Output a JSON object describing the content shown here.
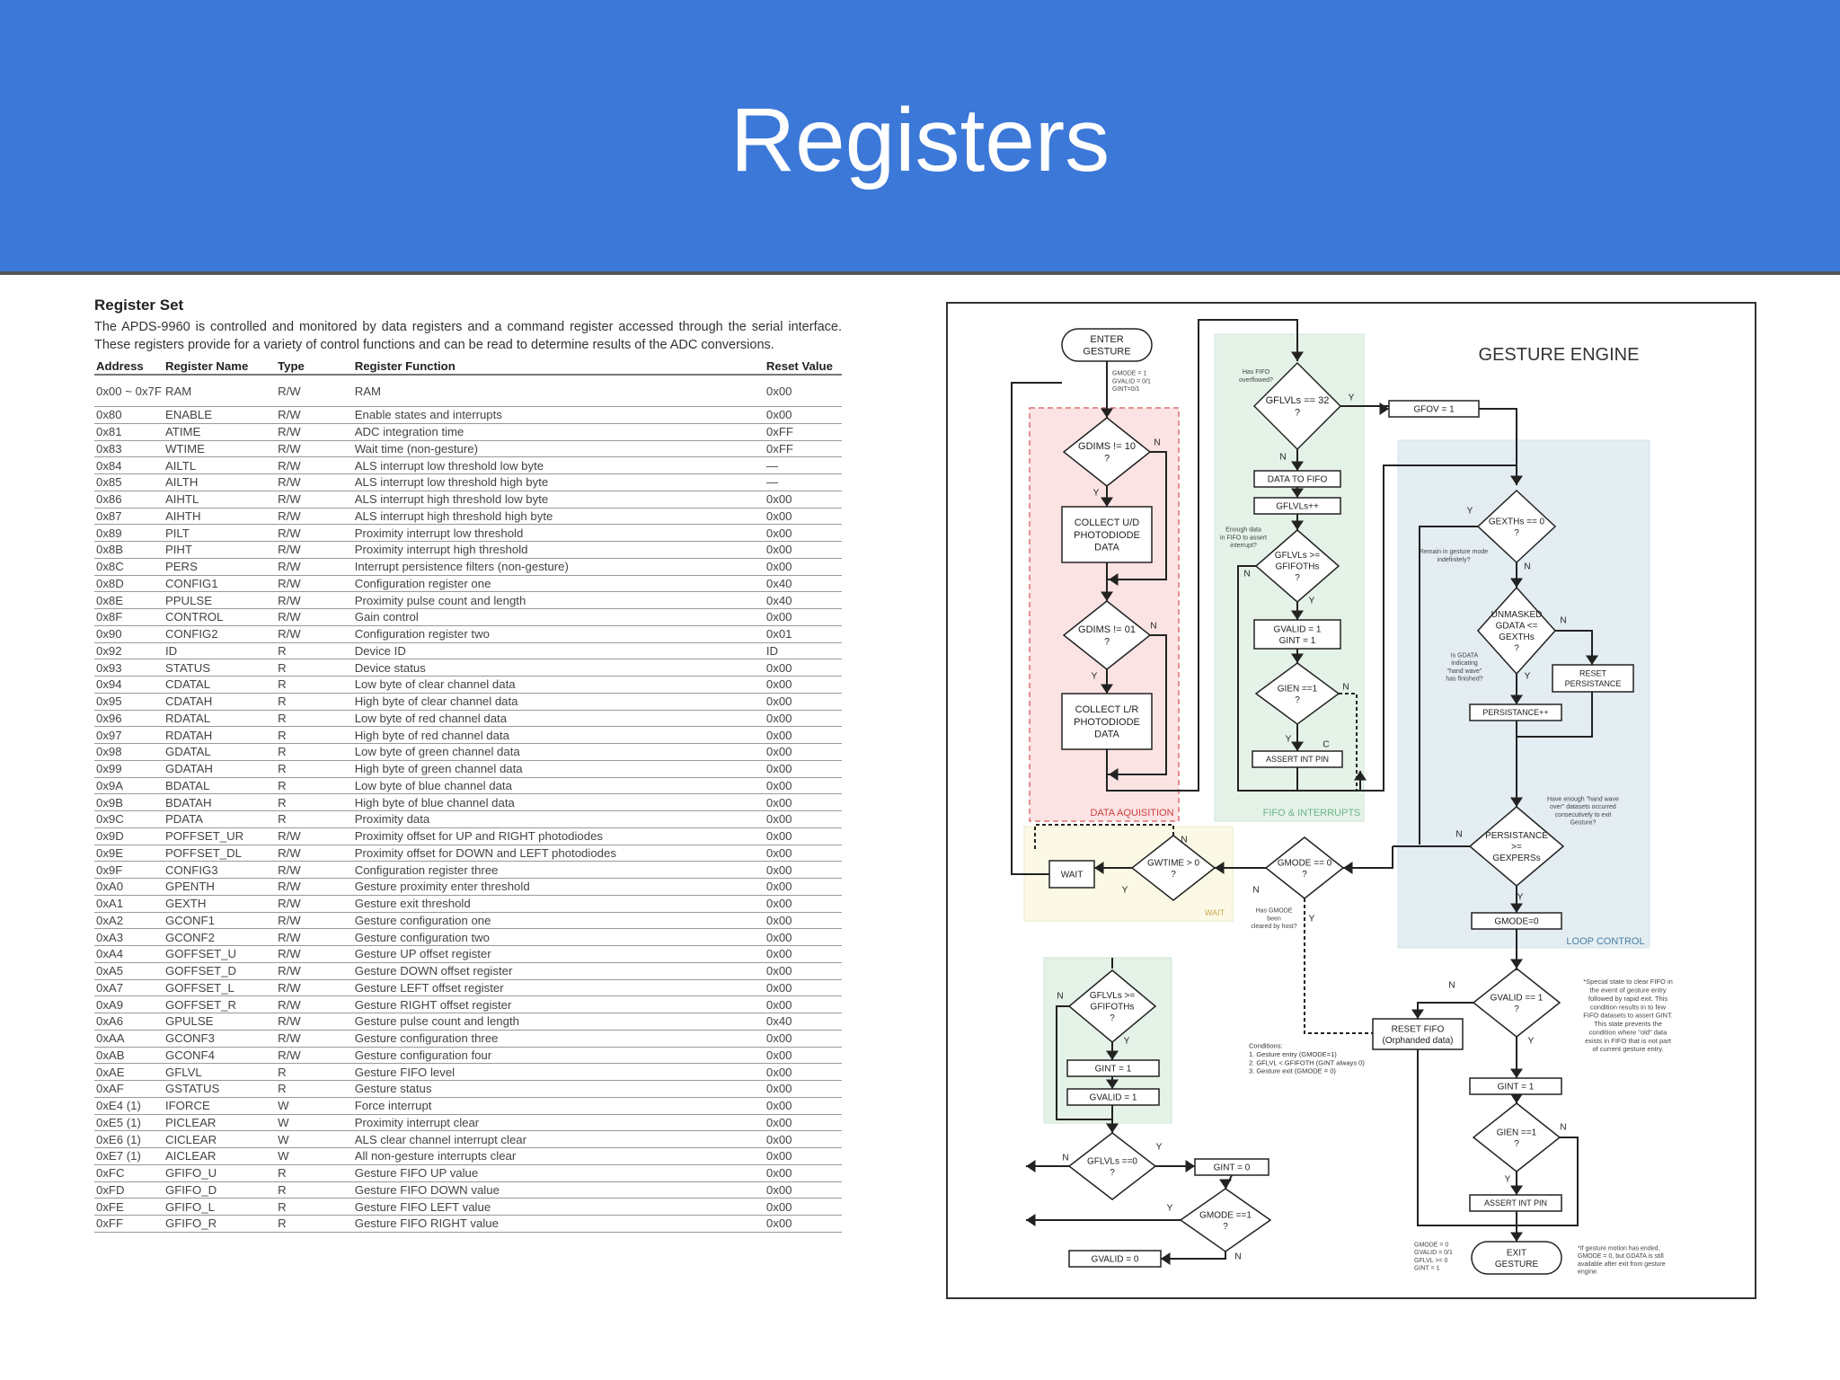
{
  "slide": {
    "title": "Registers"
  },
  "doc": {
    "heading": "Register Set",
    "intro": "The APDS-9960 is controlled and monitored by data registers and a command register accessed through the serial interface. These registers provide for a variety of control functions and can be read to determine results of the ADC conversions.",
    "columns": [
      "Address",
      "Register Name",
      "Type",
      "Register Function",
      "Reset Value"
    ],
    "rows": [
      [
        "0x00 ~ 0x7F",
        "RAM",
        "R/W",
        "RAM",
        "0x00"
      ],
      [
        "0x80",
        "ENABLE",
        "R/W",
        "Enable states and interrupts",
        "0x00"
      ],
      [
        "0x81",
        "ATIME",
        "R/W",
        "ADC integration time",
        "0xFF"
      ],
      [
        "0x83",
        "WTIME",
        "R/W",
        "Wait time (non-gesture)",
        "0xFF"
      ],
      [
        "0x84",
        "AILTL",
        "R/W",
        "ALS interrupt low threshold low byte",
        "—"
      ],
      [
        "0x85",
        "AILTH",
        "R/W",
        "ALS interrupt low threshold high byte",
        "—"
      ],
      [
        "0x86",
        "AIHTL",
        "R/W",
        "ALS interrupt high threshold low byte",
        "0x00"
      ],
      [
        "0x87",
        "AIHTH",
        "R/W",
        "ALS interrupt high threshold high byte",
        "0x00"
      ],
      [
        "0x89",
        "PILT",
        "R/W",
        "Proximity interrupt low threshold",
        "0x00"
      ],
      [
        "0x8B",
        "PIHT",
        "R/W",
        "Proximity interrupt high threshold",
        "0x00"
      ],
      [
        "0x8C",
        "PERS",
        "R/W",
        "Interrupt persistence filters (non-gesture)",
        "0x00"
      ],
      [
        "0x8D",
        "CONFIG1",
        "R/W",
        "Configuration register one",
        "0x40"
      ],
      [
        "0x8E",
        "PPULSE",
        "R/W",
        "Proximity pulse count and length",
        "0x40"
      ],
      [
        "0x8F",
        "CONTROL",
        "R/W",
        "Gain control",
        "0x00"
      ],
      [
        "0x90",
        "CONFIG2",
        "R/W",
        "Configuration register two",
        "0x01"
      ],
      [
        "0x92",
        "ID",
        "R",
        "Device ID",
        "ID"
      ],
      [
        "0x93",
        "STATUS",
        "R",
        "Device status",
        "0x00"
      ],
      [
        "0x94",
        "CDATAL",
        "R",
        "Low byte of clear channel data",
        "0x00"
      ],
      [
        "0x95",
        "CDATAH",
        "R",
        "High byte of clear channel data",
        "0x00"
      ],
      [
        "0x96",
        "RDATAL",
        "R",
        "Low byte of red channel data",
        "0x00"
      ],
      [
        "0x97",
        "RDATAH",
        "R",
        "High byte of red channel data",
        "0x00"
      ],
      [
        "0x98",
        "GDATAL",
        "R",
        "Low byte of green channel data",
        "0x00"
      ],
      [
        "0x99",
        "GDATAH",
        "R",
        "High byte of green channel data",
        "0x00"
      ],
      [
        "0x9A",
        "BDATAL",
        "R",
        "Low byte of blue channel data",
        "0x00"
      ],
      [
        "0x9B",
        "BDATAH",
        "R",
        "High byte of blue channel data",
        "0x00"
      ],
      [
        "0x9C",
        "PDATA",
        "R",
        "Proximity data",
        "0x00"
      ],
      [
        "0x9D",
        "POFFSET_UR",
        "R/W",
        "Proximity offset for UP and RIGHT photodiodes",
        "0x00"
      ],
      [
        "0x9E",
        "POFFSET_DL",
        "R/W",
        "Proximity offset for DOWN and LEFT photodiodes",
        "0x00"
      ],
      [
        "0x9F",
        "CONFIG3",
        "R/W",
        "Configuration register three",
        "0x00"
      ],
      [
        "0xA0",
        "GPENTH",
        "R/W",
        "Gesture proximity enter threshold",
        "0x00"
      ],
      [
        "0xA1",
        "GEXTH",
        "R/W",
        "Gesture exit threshold",
        "0x00"
      ],
      [
        "0xA2",
        "GCONF1",
        "R/W",
        "Gesture configuration one",
        "0x00"
      ],
      [
        "0xA3",
        "GCONF2",
        "R/W",
        "Gesture configuration two",
        "0x00"
      ],
      [
        "0xA4",
        "GOFFSET_U",
        "R/W",
        "Gesture UP offset register",
        "0x00"
      ],
      [
        "0xA5",
        "GOFFSET_D",
        "R/W",
        "Gesture DOWN offset register",
        "0x00"
      ],
      [
        "0xA7",
        "GOFFSET_L",
        "R/W",
        "Gesture LEFT offset register",
        "0x00"
      ],
      [
        "0xA9",
        "GOFFSET_R",
        "R/W",
        "Gesture RIGHT offset register",
        "0x00"
      ],
      [
        "0xA6",
        "GPULSE",
        "R/W",
        "Gesture pulse count and length",
        "0x40"
      ],
      [
        "0xAA",
        "GCONF3",
        "R/W",
        "Gesture configuration three",
        "0x00"
      ],
      [
        "0xAB",
        "GCONF4",
        "R/W",
        "Gesture configuration four",
        "0x00"
      ],
      [
        "0xAE",
        "GFLVL",
        "R",
        "Gesture FIFO level",
        "0x00"
      ],
      [
        "0xAF",
        "GSTATUS",
        "R",
        "Gesture status",
        "0x00"
      ],
      [
        "0xE4 (1)",
        "IFORCE",
        "W",
        "Force interrupt",
        "0x00"
      ],
      [
        "0xE5 (1)",
        "PICLEAR",
        "W",
        "Proximity interrupt clear",
        "0x00"
      ],
      [
        "0xE6 (1)",
        "CICLEAR",
        "W",
        "ALS clear channel interrupt clear",
        "0x00"
      ],
      [
        "0xE7 (1)",
        "AICLEAR",
        "W",
        "All non-gesture interrupts clear",
        "0x00"
      ],
      [
        "0xFC",
        "GFIFO_U",
        "R",
        "Gesture FIFO UP value",
        "0x00"
      ],
      [
        "0xFD",
        "GFIFO_D",
        "R",
        "Gesture FIFO DOWN value",
        "0x00"
      ],
      [
        "0xFE",
        "GFIFO_L",
        "R",
        "Gesture FIFO LEFT value",
        "0x00"
      ],
      [
        "0xFF",
        "GFIFO_R",
        "R",
        "Gesture FIFO RIGHT value",
        "0x00"
      ]
    ]
  },
  "flowchart": {
    "title": "GESTURE ENGINE",
    "regions": {
      "acq": "DATA AQUISITION",
      "fifo": "FIFO & INTERRUPTS",
      "loop": "LOOP CONTROL",
      "wait": "WAIT"
    },
    "nodes": {
      "enter": [
        "ENTER",
        "GESTURE"
      ],
      "enter_note": [
        "GMODE = 1",
        "GVALID = 0/1",
        "GINT=0/1"
      ],
      "gdims10": [
        "GDIMS != 10",
        "?"
      ],
      "collect_ud": [
        "COLLECT U/D",
        "PHOTODIODE",
        "DATA"
      ],
      "gdims01": [
        "GDIMS != 01",
        "?"
      ],
      "collect_lr": [
        "COLLECT L/R",
        "PHOTODIODE",
        "DATA"
      ],
      "gflvl32": [
        "GFLVLs == 32",
        "?"
      ],
      "fifo_overflow_note": [
        "Has FIFO",
        "overflowed?"
      ],
      "data_to_fifo": [
        "DATA TO FIFO"
      ],
      "gflvlpp": [
        "GFLVLs++"
      ],
      "gflvl_gfifoth": [
        "GFLVLs >=",
        "GFIFOTHs",
        "?"
      ],
      "enough_data_note": [
        "Enough data",
        "in FIFO to assert",
        "interrupt?"
      ],
      "gvalid_gint": [
        "GVALID = 1",
        "GINT = 1"
      ],
      "gien1": [
        "GIEN ==1",
        "?"
      ],
      "assert_int_1": [
        "ASSERT INT PIN"
      ],
      "gfov": [
        "GFOV = 1"
      ],
      "gexth0": [
        "GEXTHs == 0",
        "?"
      ],
      "remain_note": [
        "Remain in gesture mode",
        "indefinitely?"
      ],
      "unmasked": [
        "UNMASKED",
        "GDATA <=",
        "GEXTHs",
        "?"
      ],
      "gdata_note": [
        "Is GDATA",
        "indicating",
        "\"hand wave\"",
        "has finished?"
      ],
      "reset_pers": [
        "RESET",
        "PERSISTANCE"
      ],
      "pers_pp": [
        "PERSISTANCE++"
      ],
      "handwave_note": [
        "Have enough \"hand wave",
        "over\" datasets occurred",
        "consecutively to exit",
        "Gesture?"
      ],
      "pers_ge": [
        "PERSISTANCE",
        ">=",
        "GEXPERSs"
      ],
      "gmode0_box": [
        "GMODE=0"
      ],
      "gmode0_dec": [
        "GMODE == 0",
        "?"
      ],
      "gmode_note": [
        "Has GMODE",
        "been",
        "cleared by host?"
      ],
      "gwtime": [
        "GWTIME > 0",
        "?"
      ],
      "wait": [
        "WAIT"
      ],
      "gvalid1_dec": [
        "GVALID == 1",
        "?"
      ],
      "special_note": [
        "*Special state to clear FIFO in",
        "the event of gesture entry",
        "followed by rapid exit. This",
        "condition results in to few",
        "FIFO datasets to assert GINT.",
        "This state prevents the",
        "condition where \"old\" data",
        "exists in FIFO that is not part",
        "of current gesture entry."
      ],
      "reset_fifo": [
        "RESET FIFO",
        "(Orphanded data)"
      ],
      "conditions": [
        "Conditions:",
        "1. Gesture entry (GMODE=1)",
        "2. GFLVL < GFIFOTH (GINT always 0)",
        "3. Gesture exit (GMODE = 0)"
      ],
      "gint1_a": [
        "GINT = 1"
      ],
      "gien1_b": [
        "GIEN ==1",
        "?"
      ],
      "assert_int_2": [
        "ASSERT INT PIN"
      ],
      "exit": [
        "EXIT",
        "GESTURE"
      ],
      "exit_note": [
        "GMODE = 0",
        "GVALID = 0/1",
        "GFLVL >= 0",
        "GINT = 1"
      ],
      "exit_note2": [
        "*If gesture motion has ended,",
        "GMODE = 0, but GDATA is still",
        "available after exit from gesture",
        "engine."
      ],
      "host_gflvl": [
        "GFLVLs >=",
        "GFIFOTHs",
        "?"
      ],
      "host_gint1": [
        "GINT = 1"
      ],
      "host_gvalid1": [
        "GVALID = 1"
      ],
      "host_gflvl0": [
        "GFLVLs ==0",
        "?"
      ],
      "host_gint0": [
        "GINT = 0"
      ],
      "host_gmode1": [
        "GMODE ==1",
        "?"
      ],
      "host_gvalid0": [
        "GVALID = 0"
      ]
    },
    "edge_labels": {
      "yes": "Y",
      "no": "N",
      "c": "C"
    }
  }
}
